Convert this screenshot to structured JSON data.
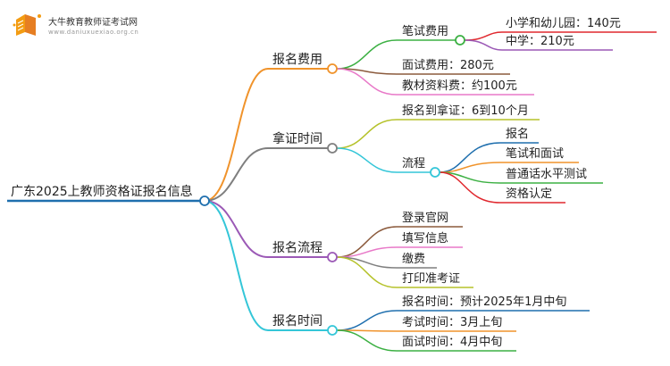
{
  "brand": {
    "title": "大牛教育教师证考试网",
    "subtitle": "www.daniuxuexiao.org.cn"
  },
  "mindmap": {
    "root": "广东2025上教师资格证报名信息",
    "fee": {
      "label": "报名费用",
      "written": {
        "label": "笔试费用",
        "primary": "小学和幼儿园：140元",
        "middle": "中学：210元"
      },
      "interview": "面试费用：280元",
      "materials": "教材资料费：约100元"
    },
    "cert_time": {
      "label": "拿证时间",
      "duration": "报名到拿证：6到10个月",
      "process": {
        "label": "流程",
        "steps": [
          "报名",
          "笔试和面试",
          "普通话水平测试",
          "资格认定"
        ]
      }
    },
    "reg_process": {
      "label": "报名流程",
      "steps": [
        "登录官网",
        "填写信息",
        "缴费",
        "打印准考证"
      ]
    },
    "reg_time": {
      "label": "报名时间",
      "items": [
        "报名时间：预计2025年1月中旬",
        "考试时间：3月上旬",
        "面试时间：4月中旬"
      ]
    }
  }
}
